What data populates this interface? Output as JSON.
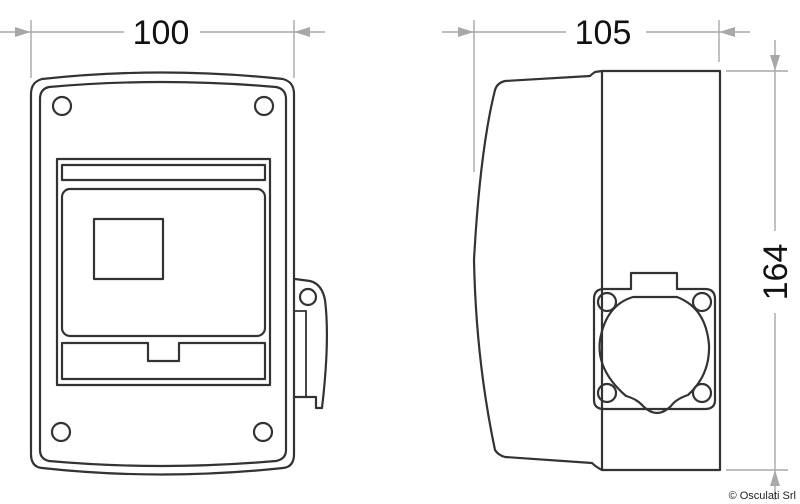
{
  "drawing": {
    "type": "technical dimension drawing",
    "units": "mm",
    "views": [
      {
        "name": "front-view",
        "dimension_label": "width",
        "dimension_value": "100"
      },
      {
        "name": "side-view",
        "dimension_label": "depth",
        "dimension_value": "105"
      },
      {
        "name": "side-view",
        "dimension_label": "height",
        "dimension_value": "164"
      }
    ]
  },
  "dimensions": {
    "width": "100",
    "depth": "105",
    "height": "164"
  },
  "copyright": "© Osculati Srl",
  "colors": {
    "outline": "#333333",
    "dimension_line": "#a8a8a8",
    "text": "#111111",
    "background": "#ffffff"
  }
}
